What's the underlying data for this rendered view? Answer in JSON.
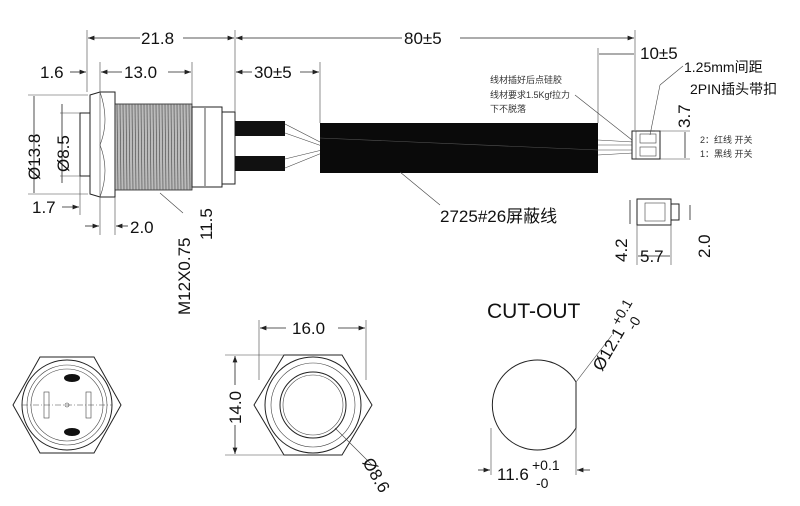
{
  "dims": {
    "overall_body": "21.8",
    "cable_total": "80±5",
    "connector_lead": "10±5",
    "bezel": "1.6",
    "thread_length": "13.0",
    "lead_length": "30±5",
    "bezel_dia": "Ø13.8",
    "lens_dia": "Ø8.5",
    "lens_depth": "1.7",
    "nut_width": "2.0",
    "thread_spec": "M12X0.75",
    "rear_dia": "11.5",
    "pitch_height": "3.7",
    "conn_width": "4.2",
    "conn_length": "5.7",
    "conn_height": "2.0",
    "front_width": "16.0",
    "front_height": "14.0",
    "front_lens": "Ø8.6"
  },
  "notes": {
    "glue_line1": "线材插好后点硅胶",
    "glue_line2": "线材要求1.5Kgf拉力",
    "glue_line3": "下不脱落",
    "pitch": "1.25mm间距",
    "plug": "2PIN插头带扣",
    "pin2": "2：红线 开关",
    "pin1": "1：黑线 开关",
    "cable": "2725#26屏蔽线"
  },
  "cutout": {
    "title": "CUT-OUT",
    "dia": "Ø12.1",
    "dia_tol_plus": "+0.1",
    "dia_tol_minus": "-0",
    "flat": "11.6",
    "flat_tol_plus": "+0.1",
    "flat_tol_minus": "-0"
  }
}
